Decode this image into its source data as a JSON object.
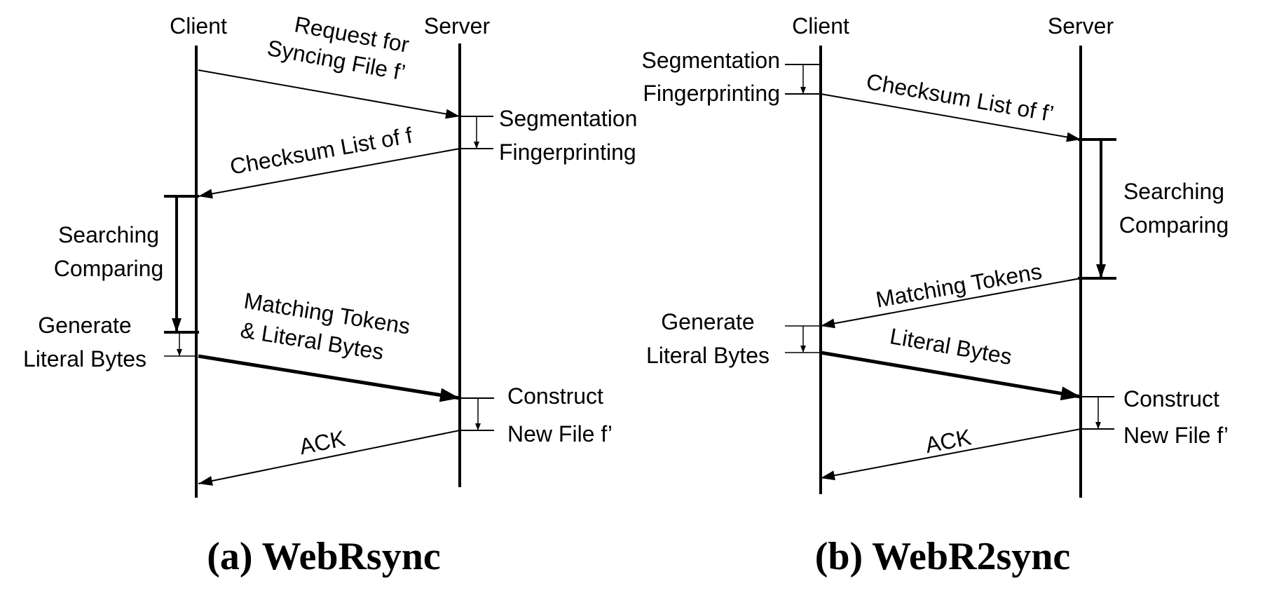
{
  "panel_a": {
    "caption": "(a) WebRsync",
    "client": "Client",
    "server": "Server",
    "msg_request_l1": "Request for",
    "msg_request_l2": "Syncing File f’",
    "seg": "Segmentation",
    "fp": "Fingerprinting",
    "msg_checksum": "Checksum List of f",
    "search1": "Searching",
    "search2": "Comparing",
    "gen1": "Generate",
    "gen2": "Literal Bytes",
    "msg_tokens_l1": "Matching Tokens",
    "msg_tokens_l2": "& Literal Bytes",
    "construct1": "Construct",
    "construct2": "New File f’",
    "msg_ack": "ACK"
  },
  "panel_b": {
    "caption": "(b) WebR2sync",
    "client": "Client",
    "server": "Server",
    "seg": "Segmentation",
    "fp": "Fingerprinting",
    "msg_checksum": "Checksum List of f’",
    "search1": "Searching",
    "search2": "Comparing",
    "msg_tokens": "Matching Tokens",
    "gen1": "Generate",
    "gen2": "Literal Bytes",
    "msg_literal": "Literal Bytes",
    "construct1": "Construct",
    "construct2": "New File f’",
    "msg_ack": "ACK"
  }
}
